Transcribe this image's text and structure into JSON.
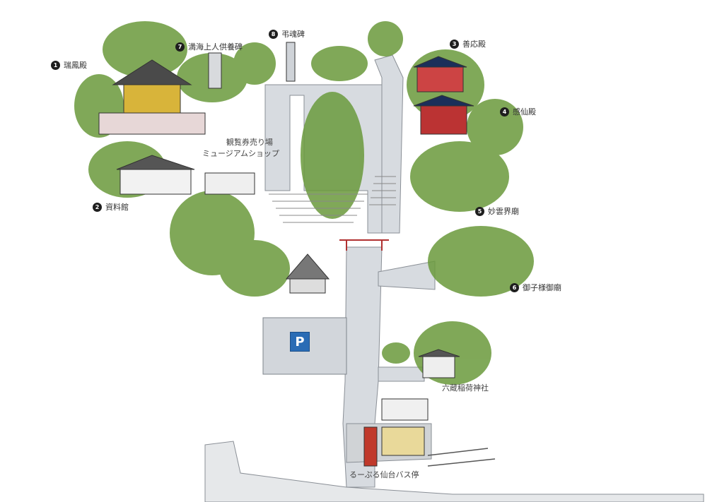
{
  "labels": {
    "zuihoden": {
      "num": "1",
      "text": "瑞鳳殿"
    },
    "shiryokan": {
      "num": "2",
      "text": "資料館"
    },
    "zennoden": {
      "num": "3",
      "text": "善応殿"
    },
    "kansenden": {
      "num": "4",
      "text": "感仙殿"
    },
    "myounkaibyo": {
      "num": "5",
      "text": "妙雲界廟"
    },
    "okosamagobyo": {
      "num": "6",
      "text": "御子様御廟"
    },
    "manka": {
      "num": "7",
      "text": "満海上人供養碑"
    },
    "chouonhi": {
      "num": "8",
      "text": "弔魂碑"
    }
  },
  "ticket": {
    "line1": "観覧券売り場",
    "line2": "ミュージアムショップ"
  },
  "rokuzou": "六蔵稲荷神社",
  "busstop": "るーぷる仙台バス停",
  "parking_symbol": "P",
  "colors": {
    "tree": "#6a9a3c",
    "path": "#d4d8dc",
    "badge": "#1e1e1e",
    "parking": "#2a6cb5"
  }
}
